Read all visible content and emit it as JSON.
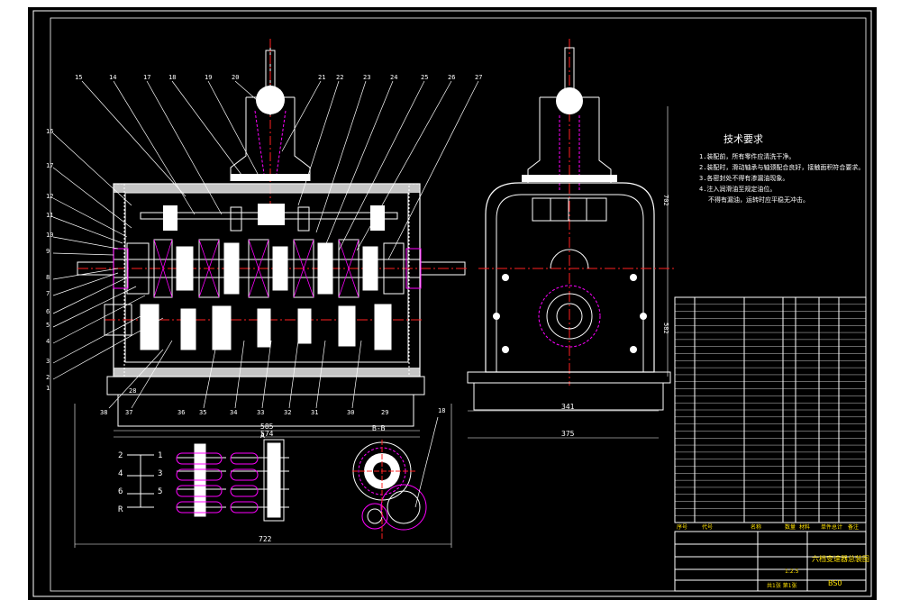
{
  "tech_requirements": {
    "title": "技术要求",
    "items": [
      "1.装配前，所有零件应清洗干净。",
      "2.装配时，滑动轴承与轴颈配合良好，接触面积符合要求。",
      "3.各密封处不得有渗漏油现象。",
      "4.注入润滑油至规定油位。",
      "不得有漏油，运转时应平稳无冲击。"
    ]
  },
  "part_labels_top": [
    "15",
    "14",
    "17",
    "18",
    "19",
    "20",
    "21",
    "22",
    "23",
    "24",
    "25",
    "26",
    "27"
  ],
  "part_labels_left": [
    "16",
    "17",
    "12",
    "11",
    "10",
    "9",
    "8",
    "7",
    "6",
    "5",
    "4",
    "3",
    "2",
    "1"
  ],
  "part_labels_bottom": [
    "38",
    "37",
    "36",
    "35",
    "34",
    "33",
    "32",
    "31",
    "30",
    "29",
    "28"
  ],
  "dimensions": {
    "overall_width_front": "585",
    "inner_width_front": "574",
    "base_width_bottom": "722",
    "side_width_1": "341",
    "side_width_2": "375",
    "side_height": "702",
    "side_height_2": "582"
  },
  "section_labels": {
    "view_a": "A",
    "view_bb": "B-B",
    "view_bb_callout": "18"
  },
  "shift_pattern": {
    "gears": [
      "2",
      "1",
      "4",
      "3",
      "6",
      "5",
      "R"
    ]
  },
  "bom": {
    "rows": 32,
    "header": [
      "序号",
      "代号",
      "名称",
      "数量",
      "材料",
      "单件",
      "总计",
      "备注"
    ]
  },
  "title_block": {
    "drawing_title": "六档变速器总装图",
    "scale": "1:2.5",
    "drawing_number": "BS0",
    "sheet": "共1张 第1张"
  },
  "colors": {
    "background": "#000000",
    "lines": "#ffffff",
    "hidden": "#ff00ff",
    "centerline": "#ff2020",
    "text_yellow": "#ffe100"
  }
}
